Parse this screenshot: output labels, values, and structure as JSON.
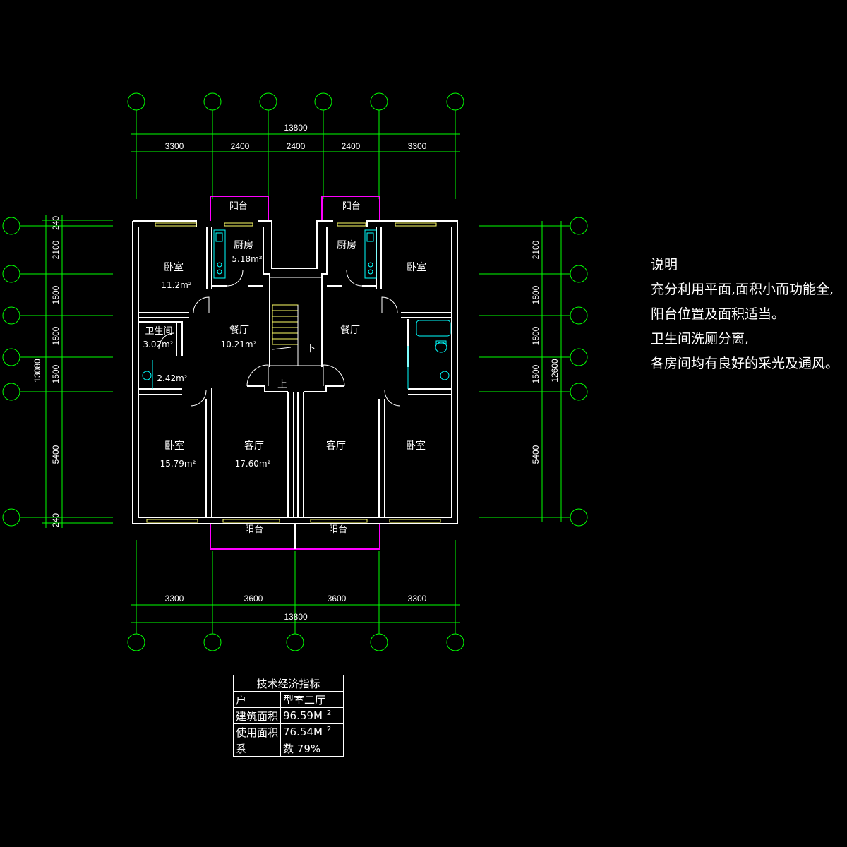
{
  "top_dims": {
    "total": "13800",
    "segments": [
      "3300",
      "2400",
      "2400",
      "2400",
      "3300"
    ]
  },
  "bottom_dims": {
    "total": "13800",
    "segments": [
      "3300",
      "3600",
      "3600",
      "3300"
    ]
  },
  "left_dims": {
    "total": "13080",
    "segments": [
      "240",
      "2100",
      "1800",
      "1800",
      "1500",
      "5400",
      "240"
    ]
  },
  "right_dims": {
    "total": "12600",
    "segments": [
      "2100",
      "1800",
      "1800",
      "1500",
      "5400"
    ]
  },
  "rooms": {
    "balcony_top_left": "阳台",
    "balcony_top_right": "阳台",
    "balcony_bottom_left": "阳台",
    "balcony_bottom_right": "阳台",
    "kitchen_left": "厨房",
    "kitchen_left_area": "5.18m²",
    "kitchen_right": "厨房",
    "bedroom_ul": "卧室",
    "bedroom_ul_area": "11.2m²",
    "bedroom_ur": "卧室",
    "bathroom": "卫生间",
    "bathroom_area": "3.02m²",
    "wash_area": "2.42m²",
    "dining_left": "餐厅",
    "dining_left_area": "10.21m²",
    "dining_right": "餐厅",
    "stair_down": "下",
    "stair_up": "上",
    "bedroom_ll": "卧室",
    "bedroom_ll_area": "15.79m²",
    "living_left": "客厅",
    "living_left_area": "17.60m²",
    "living_right": "客厅",
    "bedroom_lr": "卧室"
  },
  "notes": {
    "title": "说明",
    "lines": [
      "充分利用平面,面积小而功能全,",
      "阳台位置及面积适当。",
      "卫生间洗厕分离,",
      "各房间均有良好的采光及通风。"
    ]
  },
  "table": {
    "title": "技术经济指标",
    "rows": [
      {
        "label": "户",
        "value": "型室二厅",
        "sup": ""
      },
      {
        "label": "建筑面积",
        "value": "96.59M",
        "sup": "2"
      },
      {
        "label": "使用面积",
        "value": "76.54M",
        "sup": "2"
      },
      {
        "label": "系",
        "value": "数 79%",
        "sup": ""
      }
    ]
  },
  "colors": {
    "background": "#000000",
    "grid": "#00ff00",
    "wall": "#ffffff",
    "balcony": "#ff00ff",
    "fixture": "#00ffff",
    "window": "#ffff66"
  }
}
